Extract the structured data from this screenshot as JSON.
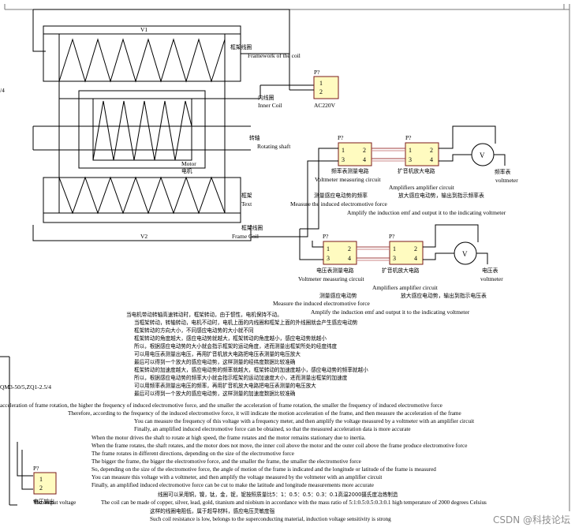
{
  "coils": {
    "v1": "V1",
    "v2": "V2",
    "frame_coil_cn_top": "框架线圈",
    "frame_of_coil": "Framework of the coil",
    "inner_coil_cn": "内线圈",
    "inner_coil": "Inner Coil",
    "shaft_cn": "转轴",
    "shaft": "Rotating shaft",
    "motor": "Motor",
    "motor_cn": "电机",
    "frame_cn": "框架",
    "text": "Text",
    "frame_coil_cn_bottom": "框架线圈",
    "frame_coil": "Frame Coil"
  },
  "blocks": {
    "ac": {
      "ref": "P?",
      "pins": [
        "1",
        "2"
      ],
      "label": "AC220V"
    },
    "fmeter_top": {
      "ref": "P?",
      "pins": [
        "1",
        "2",
        "3",
        "4"
      ],
      "cn": "频率表测量电路",
      "en": "Voltmeter measuring circuit"
    },
    "amp_top": {
      "ref": "P?",
      "pins": [
        "1",
        "2",
        "3",
        "4"
      ],
      "cn": "扩音机放大电路",
      "en": "Amplifiers amplifier circuit"
    },
    "vmeter_bottom": {
      "ref": "P?",
      "pins": [
        "1",
        "2",
        "3",
        "4"
      ],
      "cn": "电压表测量电路",
      "en": "Voltmeter measuring circuit"
    },
    "amp_bottom": {
      "ref": "P?",
      "pins": [
        "1",
        "2",
        "3",
        "4"
      ],
      "cn": "扩音机放大电路",
      "en": "Amplifiers amplifier circuit"
    },
    "output": {
      "ref": "P?",
      "pins": [
        "1",
        "2"
      ],
      "label": "电压输出"
    }
  },
  "meters": {
    "top": {
      "symbol": "V",
      "cn": "频率表",
      "en": "voltmeter"
    },
    "bottom": {
      "symbol": "V",
      "cn": "电压表",
      "en": "voltmeter"
    }
  },
  "annotations": {
    "top_measure_cn": "测量感应电动势的频率",
    "top_measure_en": "Measure the induced electromotive force",
    "top_amp_cn": "放大感应电动势，输出到指示频率表",
    "top_amp_en": "Amplify the induction emf and output it to the indicating voltmeter",
    "bottom_measure_cn": "测量感应电动势",
    "bottom_measure_en": "Measure the induced electromotive force",
    "bottom_amp_cn": "放大感应电动势，输出到指示电压表",
    "bottom_amp_en": "Amplify the induction emf and output it to the indicating voltmeter",
    "left_edge_4": "/4",
    "left_part": "QM3-50/5,ZQ1-2.5/4"
  },
  "description": [
    {
      "t": "cn",
      "text": "当电机带动转轴高速转动时，框架转动，由于惯性，电机保持不动。"
    },
    {
      "t": "cn",
      "text": "当框架转动，转轴转动，电机不动时，电机上面的内线圈和框架上面的外线圈就会产生感应电动势"
    },
    {
      "t": "cn",
      "text": "框架转动的方向大小，不同感应电动势的大小就不同"
    },
    {
      "t": "cn",
      "text": "框架转动的角度越大，感应电动势就越大，框架转动的角度越小，感应电动势就越小"
    },
    {
      "t": "cn",
      "text": "所以，根据感应电动势的大小就会指示框架的运动角度，进而测量出框架所处的经度纬度"
    },
    {
      "t": "cn",
      "text": "可以用电压表测量出电压，再用扩音机放大电路把电压表测量的电压放大"
    },
    {
      "t": "cn",
      "text": "最后可以得到一个放大的感应电动势，这样测量的经纬度数据比较准确"
    },
    {
      "t": "cn",
      "text": "框架转动的加速度越大，感应电动势的频率就越大，框架转动的加速度越小，感应电动势的频率就越小"
    },
    {
      "t": "cn",
      "text": "所以，根据感应电动势的频率大小就会指示框架的运动加速度大小，进而测量出框架的加速度"
    },
    {
      "t": "cn",
      "text": "可以用频率表测量出电压的频率，再用扩音机放大电路把电压表测量的电压放大"
    },
    {
      "t": "cn",
      "text": "最后可以得到一个放大的感应电动势，这样测量的加速度数据比较准确"
    },
    {
      "t": "en",
      "text": "acceleration of frame rotation, the higher the frequency of induced electromotive force, and the smaller the acceleration of frame rotation, the smaller the frequency of induced electromotive force"
    },
    {
      "t": "en",
      "text": "Therefore, according to the frequency of the induced electromotive force, it will indicate the motion acceleration of the frame, and then measure the acceleration of the frame"
    },
    {
      "t": "en",
      "text": "You can measure the frequency of this voltage with a frequency meter, and then amplify the voltage measured by a voltmeter with an amplifier circuit"
    },
    {
      "t": "en",
      "text": "Finally, an amplified induced electromotive force can be obtained, so that the measured acceleration data is more accurate"
    },
    {
      "t": "en",
      "text": "When the motor drives the shaft to rotate at high speed, the frame rotates and the motor remains stationary due to inertia."
    },
    {
      "t": "en",
      "text": "When the frame rotates, the shaft rotates, and the motor does not move, the inner coil above the motor and the outer coil above the frame produce electromotive force"
    },
    {
      "t": "en",
      "text": "The frame rotates in different directions, depending on the size of the electromotive force"
    },
    {
      "t": "en",
      "text": "The bigger the frame, the bigger the electromotive force, and the smaller the frame, the smaller the electromotive force"
    },
    {
      "t": "en",
      "text": "So, depending on the size of the electromotive force, the angle of motion of the frame is indicated and the longitude or latitude of the frame is measured"
    },
    {
      "t": "en",
      "text": "You can measure this voltage with a voltmeter, and then amplify the voltage measured by the voltmeter with an amplifier circuit"
    },
    {
      "t": "en",
      "text": "Finally, an amplified induced electromotive force can be cut to make the latitude and longitude measurements more accurate"
    },
    {
      "t": "cn",
      "text": "线圈可以采用铜，镍，钛，金，铌，铌按照质量比5：1：0.5：0.5：0.3：0.1高温2000摄氏度冶炼制造"
    },
    {
      "t": "en",
      "text": "The output voltage"
    },
    {
      "t": "en",
      "text": "The coil can be made of copper, silver, lead, gold, titanium and niobium in accordance with the mass ratio of 5:1:0.5:0.5:0.3:0.1 high temperature of 2000 degrees Celsius"
    },
    {
      "t": "cn",
      "text": "这样的线圈电阻低，属于超导材料，感应电压灵敏度强"
    },
    {
      "t": "en",
      "text": "Such coil resistance is low, belongs to the superconducting material, induction voltage sensitivity is strong"
    }
  ],
  "watermark": "CSDN @科技论坛"
}
